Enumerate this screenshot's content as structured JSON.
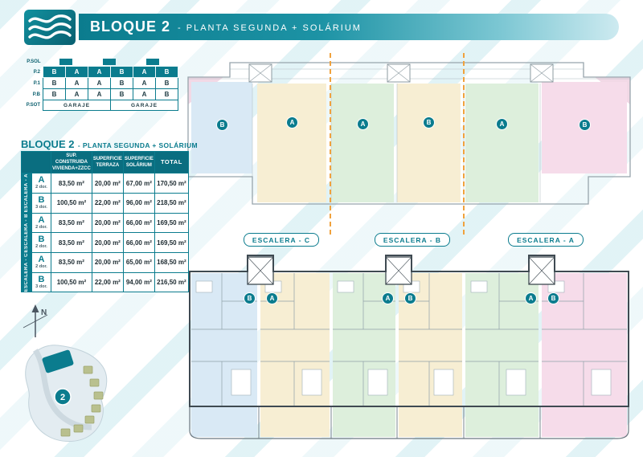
{
  "header": {
    "block_title": "BLOQUE 2",
    "subtitle": "- PLANTA SEGUNDA + SOLÁRIUM"
  },
  "section_diagram": {
    "floors": [
      "P.SOL",
      "P.2",
      "P.1",
      "P.B",
      "P.SOT"
    ],
    "p2_units": [
      "B",
      "A",
      "A",
      "B",
      "A",
      "B"
    ],
    "p1_units": [
      "B",
      "A",
      "A",
      "B",
      "A",
      "B"
    ],
    "pb_units": [
      "B",
      "A",
      "A",
      "B",
      "A",
      "B"
    ],
    "garaje": [
      "GARAJE",
      "GARAJE"
    ]
  },
  "area_table": {
    "title_block": "BLOQUE 2",
    "title_rest": "- PLANTA SEGUNDA + SOLÁRIUM",
    "col_headers": [
      {
        "line1": "SUP. CONSTRUIDA",
        "line2": "VIVIENDA+ZZCC"
      },
      {
        "line1": "SUPERFICIE",
        "line2": "TERRAZA"
      },
      {
        "line1": "SUPERFICIE",
        "line2": "SOLÁRIUM"
      },
      {
        "line1": "TOTAL",
        "line2": ""
      }
    ],
    "groups": [
      {
        "name": "ESCALERA - A",
        "rows": [
          {
            "unit": "A",
            "dorms": "2 dor.",
            "built": "83,50 m²",
            "terraza": "20,00 m²",
            "solarium": "67,00 m²",
            "total": "170,50 m²"
          },
          {
            "unit": "B",
            "dorms": "3 dor.",
            "built": "100,50 m²",
            "terraza": "22,00 m²",
            "solarium": "96,00 m²",
            "total": "218,50 m²"
          }
        ]
      },
      {
        "name": "ESCALERA - B",
        "rows": [
          {
            "unit": "A",
            "dorms": "2 dor.",
            "built": "83,50 m²",
            "terraza": "20,00 m²",
            "solarium": "66,00 m²",
            "total": "169,50 m²"
          },
          {
            "unit": "B",
            "dorms": "2 dor.",
            "built": "83,50 m²",
            "terraza": "20,00 m²",
            "solarium": "66,00 m²",
            "total": "169,50 m²"
          }
        ]
      },
      {
        "name": "ESCALERA - C",
        "rows": [
          {
            "unit": "A",
            "dorms": "2 dor.",
            "built": "83,50 m²",
            "terraza": "20,00 m²",
            "solarium": "65,00 m²",
            "total": "168,50 m²"
          },
          {
            "unit": "B",
            "dorms": "3 dor.",
            "built": "100,50 m²",
            "terraza": "22,00 m²",
            "solarium": "94,00 m²",
            "total": "216,50 m²"
          }
        ]
      }
    ]
  },
  "plans": {
    "stair_labels": [
      "ESCALERA - C",
      "ESCALERA - B",
      "ESCALERA - A"
    ],
    "solarium_units": [
      "B",
      "A",
      "A",
      "B",
      "A",
      "B"
    ],
    "floor_units_pairs": [
      [
        "B",
        "A"
      ],
      [
        "A",
        "B"
      ],
      [
        "A",
        "B"
      ]
    ]
  },
  "site_plan": {
    "north": "N",
    "block_number": "2"
  },
  "colors": {
    "teal": "#0b7c8e",
    "teal_dark": "#0a6e80",
    "orange_dash": "#f0a23d",
    "unit_blue": "#d9e9f5",
    "unit_cream": "#f7eed3",
    "unit_green": "#ddefdc",
    "unit_pink": "#f6dcea"
  }
}
